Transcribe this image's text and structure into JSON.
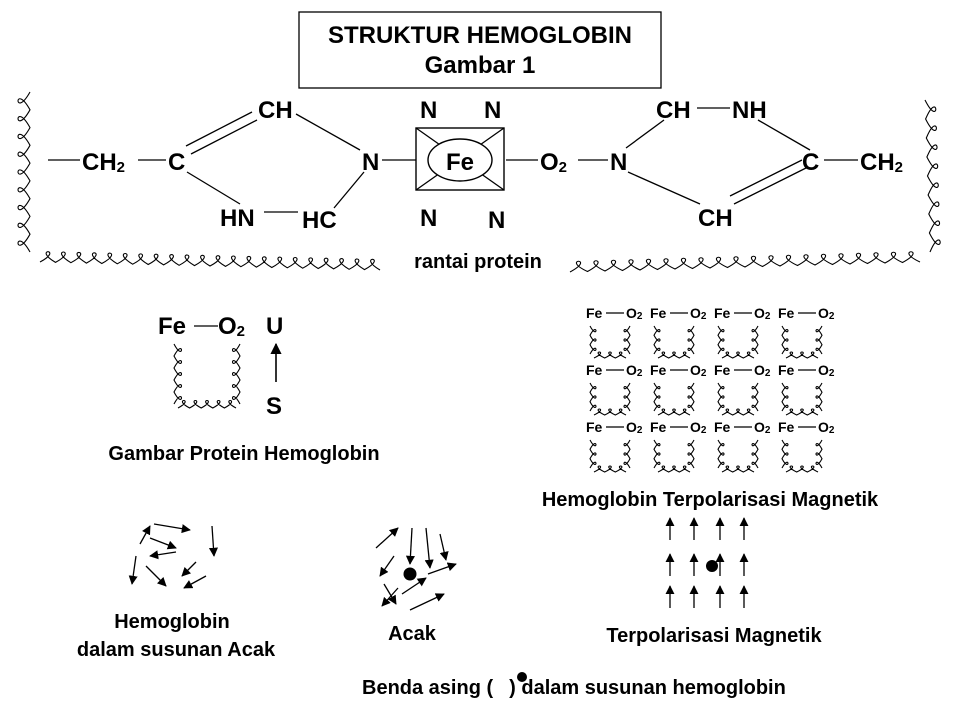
{
  "title": {
    "line1": "STRUKTUR HEMOGLOBIN",
    "line2": "Gambar 1"
  },
  "structure": {
    "ch2": "CH",
    "sub2": "2",
    "c": "C",
    "ch": "CH",
    "n": "N",
    "hn": "HN",
    "hc": "HC",
    "fe": "Fe",
    "o": "O",
    "nh": "NH",
    "protein_chain_label": "rantai protein"
  },
  "protein_panel": {
    "fe": "Fe",
    "o": "O",
    "sub2": "2",
    "u": "U",
    "s": "S",
    "caption": "Gambar Protein Hemoglobin"
  },
  "polarized_grid": {
    "fe": "Fe",
    "o": "O",
    "sub2": "2",
    "rows": 3,
    "cols": 4,
    "caption": "Hemoglobin Terpolarisasi Magnetik"
  },
  "random_panel": {
    "caption_line1": "Hemoglobin",
    "caption_line2": "dalam susunan Acak"
  },
  "random_foreign": {
    "caption": "Acak"
  },
  "polarized_foreign": {
    "caption": "Terpolarisasi Magnetik"
  },
  "footer": {
    "caption_before": "Benda asing (",
    "caption_after": ") dalam susunan hemoglobin"
  }
}
